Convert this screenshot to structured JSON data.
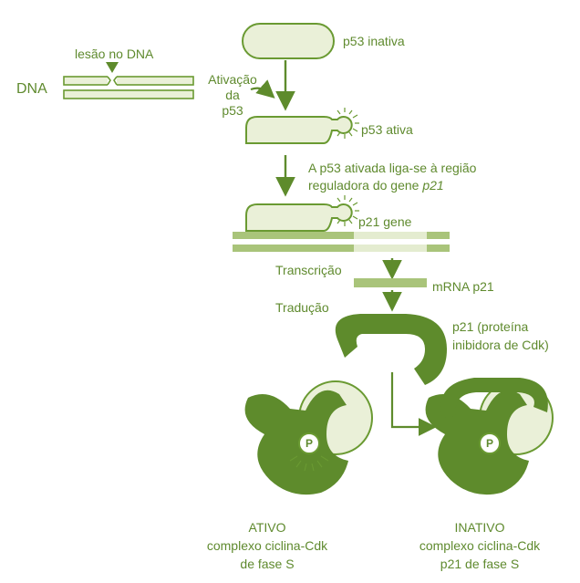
{
  "colors": {
    "text": "#5f8a2e",
    "outline": "#6a9a32",
    "light_fill": "#eaf0d8",
    "mid_fill": "#a9c47a",
    "dark_fill": "#5e8b2c",
    "pale_fill": "#dfe9c6"
  },
  "labels": {
    "dna": "DNA",
    "lesion": "lesão no DNA",
    "activation_line1": "Ativação",
    "activation_line2": "da",
    "activation_line3": "p53",
    "p53_inactive": "p53 inativa",
    "p53_active": "p53 ativa",
    "binding_line1": "A p53 ativada liga-se à região",
    "binding_line2_plain": "reguladora do gene ",
    "binding_line2_italic": "p21",
    "p21_gene": "p21 gene",
    "transcription": "Transcrição",
    "mrna": "mRNA p21",
    "translation": "Tradução",
    "p21_protein_line1": "p21 (proteína",
    "p21_protein_line2": "inibidora de Cdk)",
    "phosphate": "P",
    "active_state": "ATIVO",
    "active_line2": "complexo ciclina-Cdk",
    "active_line3": "de fase S",
    "inactive_state": "INATIVO",
    "inactive_line2": "complexo ciclina-Cdk",
    "inactive_line3": "p21 de fase S"
  }
}
